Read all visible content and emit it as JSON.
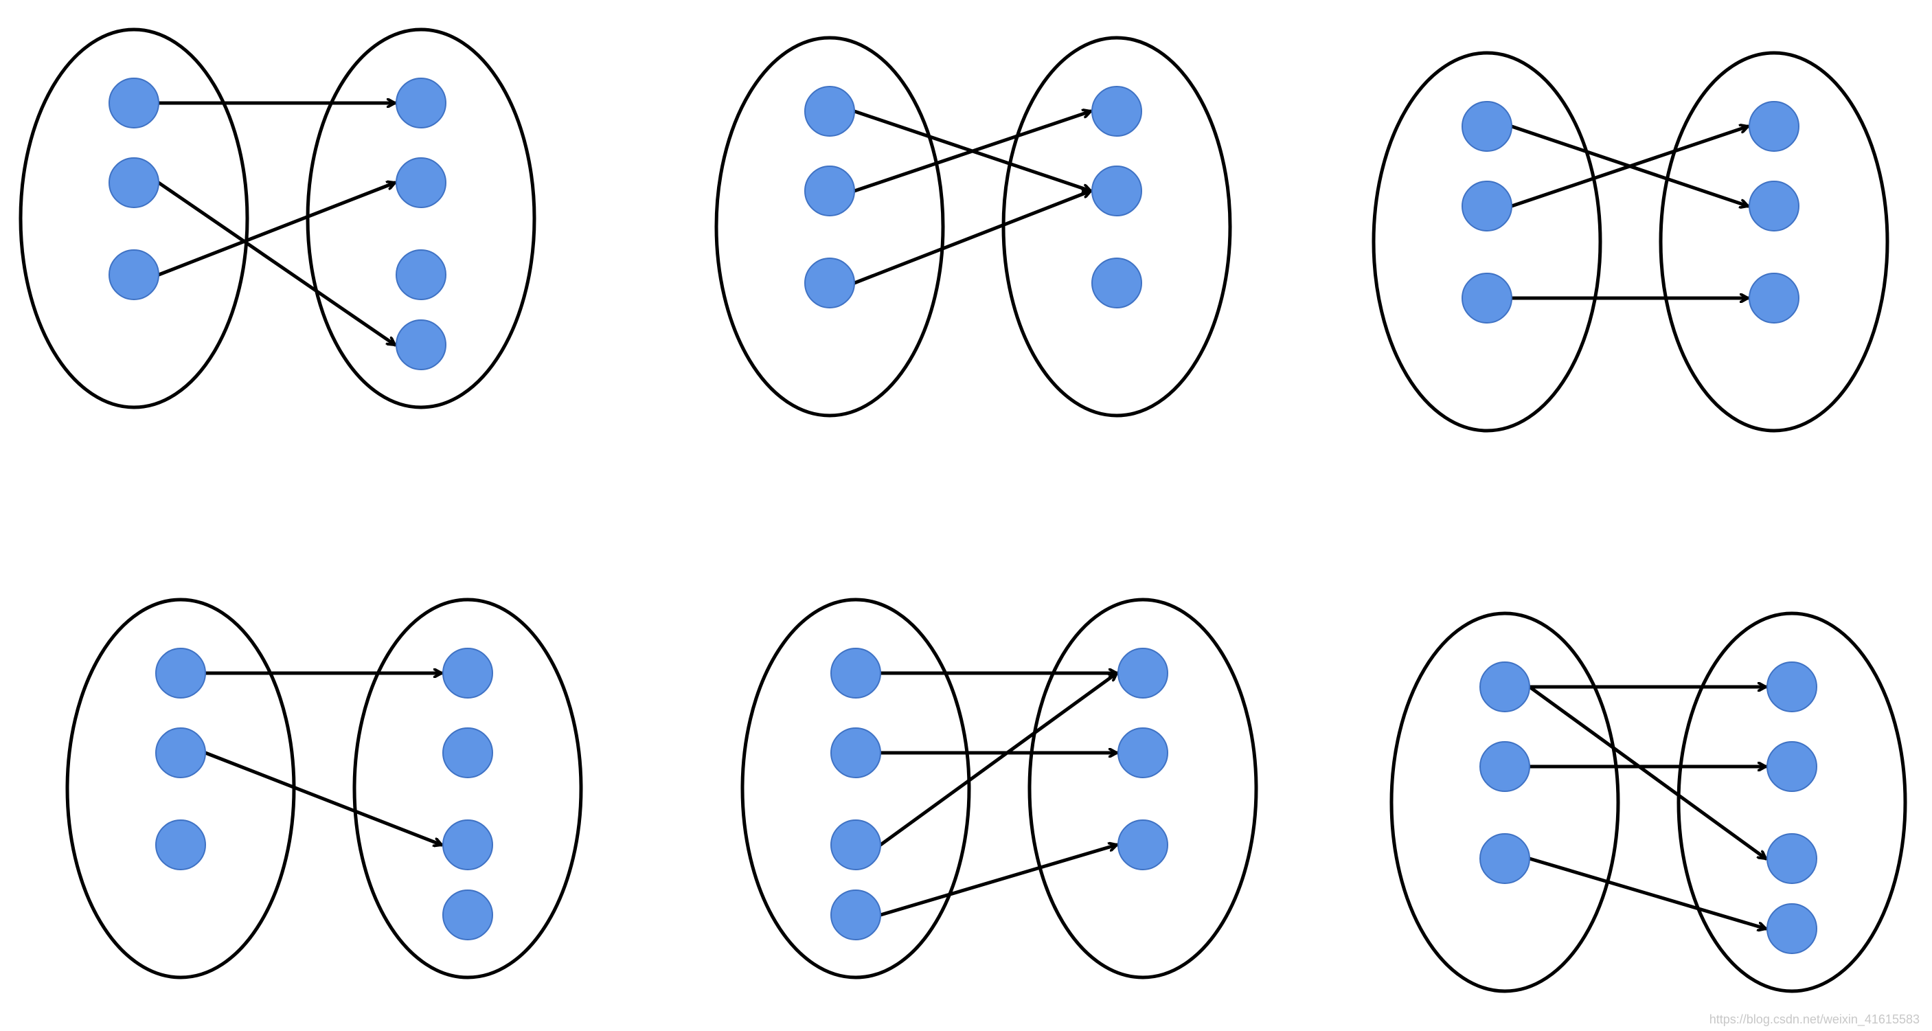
{
  "colors": {
    "node_fill": "#5f95e6",
    "node_stroke": "#3f72c4",
    "outline": "#000000",
    "background": "#ffffff"
  },
  "diagrams": [
    {
      "domain_count": 3,
      "codomain_count": 4,
      "arrows": [
        [
          0,
          0
        ],
        [
          1,
          3
        ],
        [
          2,
          1
        ]
      ]
    },
    {
      "domain_count": 3,
      "codomain_count": 3,
      "arrows": [
        [
          0,
          1
        ],
        [
          1,
          0
        ],
        [
          2,
          1
        ]
      ]
    },
    {
      "domain_count": 3,
      "codomain_count": 3,
      "arrows": [
        [
          0,
          1
        ],
        [
          1,
          0
        ],
        [
          2,
          2
        ]
      ]
    },
    {
      "domain_count": 3,
      "codomain_count": 4,
      "arrows": [
        [
          0,
          0
        ],
        [
          1,
          2
        ]
      ]
    },
    {
      "domain_count": 4,
      "codomain_count": 3,
      "arrows": [
        [
          0,
          0
        ],
        [
          1,
          1
        ],
        [
          2,
          0
        ],
        [
          3,
          2
        ]
      ]
    },
    {
      "domain_count": 3,
      "codomain_count": 4,
      "arrows": [
        [
          0,
          0
        ],
        [
          0,
          2
        ],
        [
          1,
          1
        ],
        [
          2,
          3
        ]
      ]
    }
  ],
  "watermark": "https://blog.csdn.net/weixin_41615583"
}
